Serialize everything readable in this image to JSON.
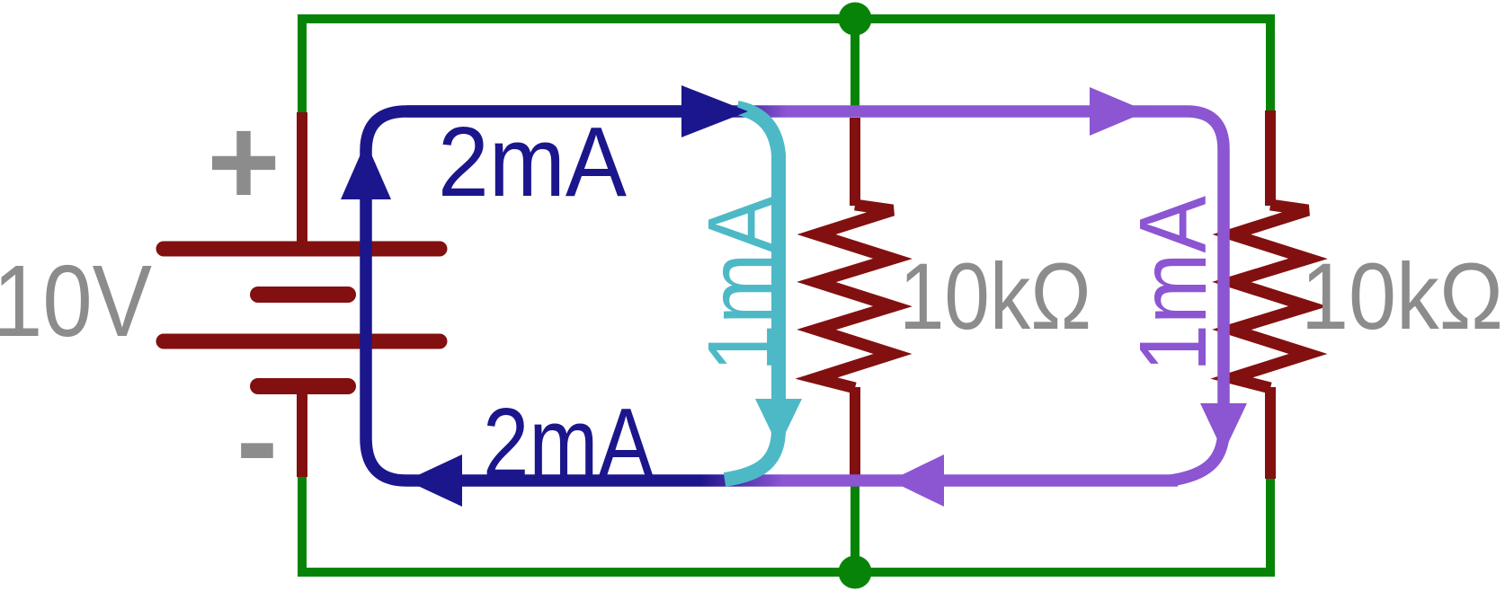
{
  "schematic": {
    "source": {
      "voltage": "10V",
      "positive_terminal": "+",
      "negative_terminal": "-"
    },
    "resistors": [
      {
        "value": "10kΩ"
      },
      {
        "value": "10kΩ"
      }
    ],
    "currents": {
      "total_top": "2mA",
      "total_bottom": "2mA",
      "branch_left": "1mA",
      "branch_right": "1mA"
    },
    "colors": {
      "wire_green": "#078407",
      "component_maroon": "#821010",
      "label_gray": "#8c8c8c",
      "total_current_navy": "#1c168c",
      "branch_current_cyan": "#4db9c6",
      "branch_current_purple": "#8c55d2"
    }
  }
}
